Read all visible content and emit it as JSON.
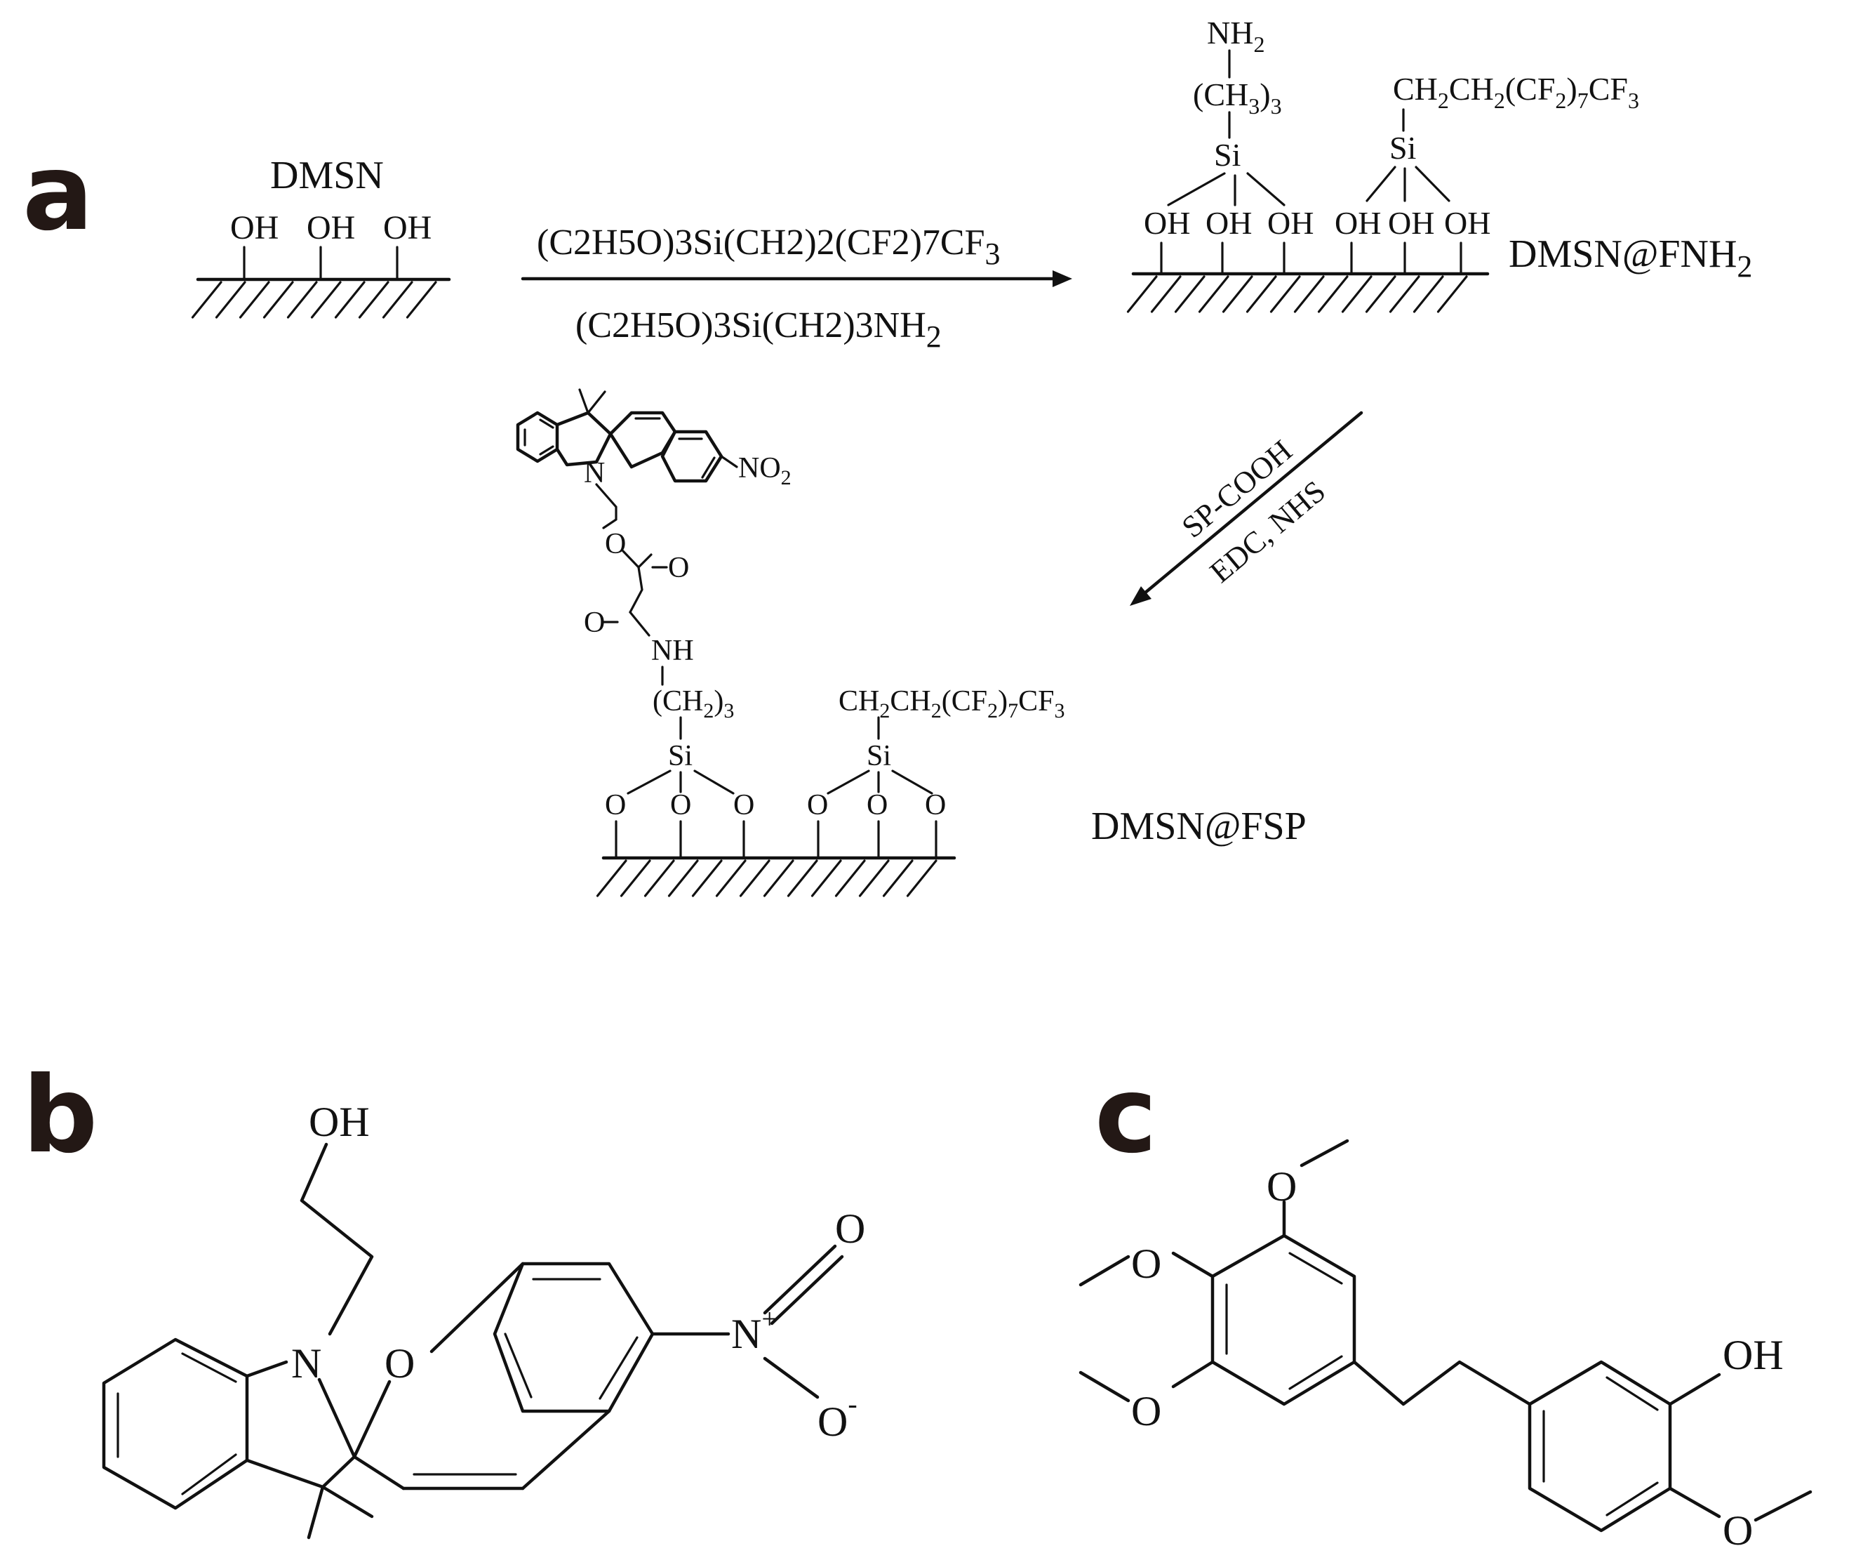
{
  "panels": {
    "a": "a",
    "b": "b",
    "c": "c"
  },
  "scheme": {
    "start_label": "DMSN",
    "oh": "OH",
    "reagent_1": "(C2H5O)3Si(CH2)2(CF2)7CF",
    "reagent_1_sub": "3",
    "reagent_2": "(C2H5O)3Si(CH2)3NH",
    "reagent_2_sub": "2",
    "nh2_top": {
      "main": "NH",
      "sub": "2"
    },
    "ch3_3": {
      "open": "(CH",
      "sub1": "3",
      "close": ")",
      "sub2": "3"
    },
    "si": "Si",
    "fluoro_chain": {
      "a": "CH",
      "a_sub": "2",
      "b": "CH",
      "b_sub": "2",
      "c": "(CF",
      "c_sub": "2",
      "d": ")",
      "d_sub": "7",
      "e": "CF",
      "e_sub": "3"
    },
    "product_1": {
      "main": "DMSN@FNH",
      "sub": "2"
    },
    "arrow_2_top": "SP-COOH",
    "arrow_2_bottom": "EDC, NHS",
    "no2": {
      "main": "NO",
      "sub": "2"
    },
    "n": "N",
    "o": "O",
    "nh": "NH",
    "ch2_3": {
      "open": "(CH",
      "sub1": "2",
      "close": ")",
      "sub2": "3"
    },
    "product_2": "DMSN@FSP"
  },
  "structure_b": {
    "oh": "OH",
    "n": "N",
    "o": "O",
    "n_plus": "N",
    "plus": "+",
    "o_top": "O",
    "o_minus": "O",
    "minus": "-"
  },
  "structure_c": {
    "o": "O",
    "oh": "OH"
  }
}
